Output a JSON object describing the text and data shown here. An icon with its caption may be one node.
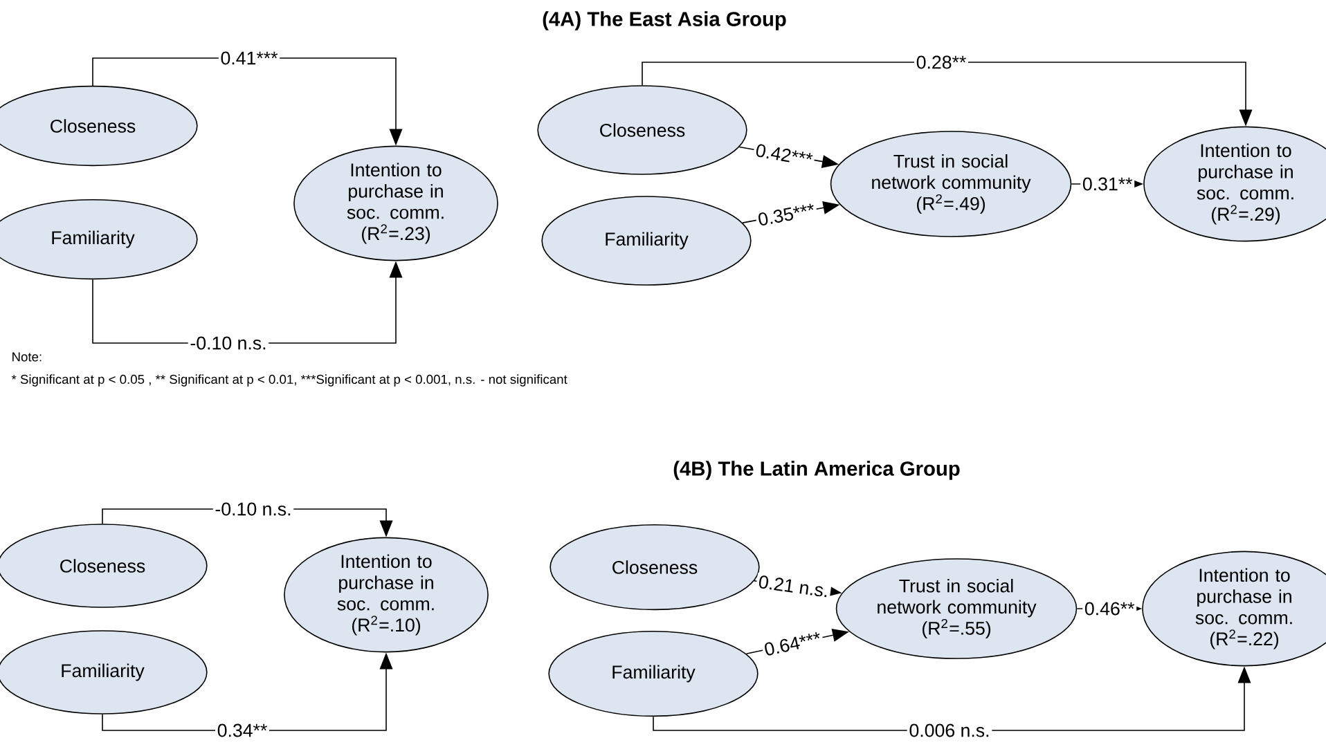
{
  "diagram": {
    "nodes": [
      {
        "text": [
          "Closeness"
        ]
      },
      {
        "text": [
          "Familiarity"
        ]
      },
      {
        "text": [
          "Intention to purchase in soc. comm.",
          "(R$^{2}$=.23)"
        ]
      },
      {
        "text": [
          "Closeness"
        ]
      },
      {
        "text": [
          "Familiarity"
        ]
      },
      {
        "text": [
          "Trust in social network community",
          "(R$^{2}$=.49)"
        ]
      },
      {
        "text": [
          "Intention to purchase in soc. comm.",
          "(R$^{2}$=.29)"
        ]
      },
      {
        "text": [
          "Closeness"
        ]
      },
      {
        "text": [
          "Familiarity"
        ]
      },
      {
        "text": [
          "Intention to purchase in soc. comm.",
          "(R$^{2}$=.10)"
        ]
      },
      {
        "text": [
          "Closeness"
        ]
      },
      {
        "text": [
          "Familiarity"
        ]
      },
      {
        "text": [
          "Trust in social network community",
          "(R$^{2}$=.55)"
        ]
      },
      {
        "text": [
          "Intention to purchase in soc. comm.",
          "(R$^{2}$=.22)"
        ]
      }
    ],
    "edges": [
      {
        "from": 0,
        "to": 2,
        "arrow": "to",
        "label": "0.41***"
      },
      {
        "from": 1,
        "to": 2,
        "arrow": "to",
        "label": "-0.10 n.s."
      },
      {
        "from": 3,
        "to": 6,
        "arrow": "to",
        "label": "0.28**"
      },
      {
        "from": 3,
        "to": 5,
        "arrow": "to",
        "label": "0.42***"
      },
      {
        "from": 4,
        "to": 5,
        "arrow": "to",
        "label": "0.35***"
      },
      {
        "from": 5,
        "to": 6,
        "arrow": "to",
        "label": "0.31**"
      },
      {
        "from": 7,
        "to": 9,
        "arrow": "to",
        "label": "-0.10 n.s."
      },
      {
        "from": 8,
        "to": 9,
        "arrow": "to",
        "label": "0.34**"
      },
      {
        "from": 10,
        "to": 12,
        "arrow": "to",
        "label": "0.21 n.s."
      },
      {
        "from": 11,
        "to": 12,
        "arrow": "to",
        "label": "0.64***"
      },
      {
        "from": 12,
        "to": 13,
        "arrow": "to",
        "label": "0.46**"
      },
      {
        "from": 11,
        "to": 13,
        "arrow": "to",
        "label": "0.006 n.s."
      }
    ],
    "labels": [
      "(4A) The East Asia Group",
      "Note:",
      "* Significant at p < 0.05 , ** Significant at p < 0.01, ***Significant at p < 0.001, n.s. - not significant",
      "(4B) The Latin America Group"
    ]
  }
}
